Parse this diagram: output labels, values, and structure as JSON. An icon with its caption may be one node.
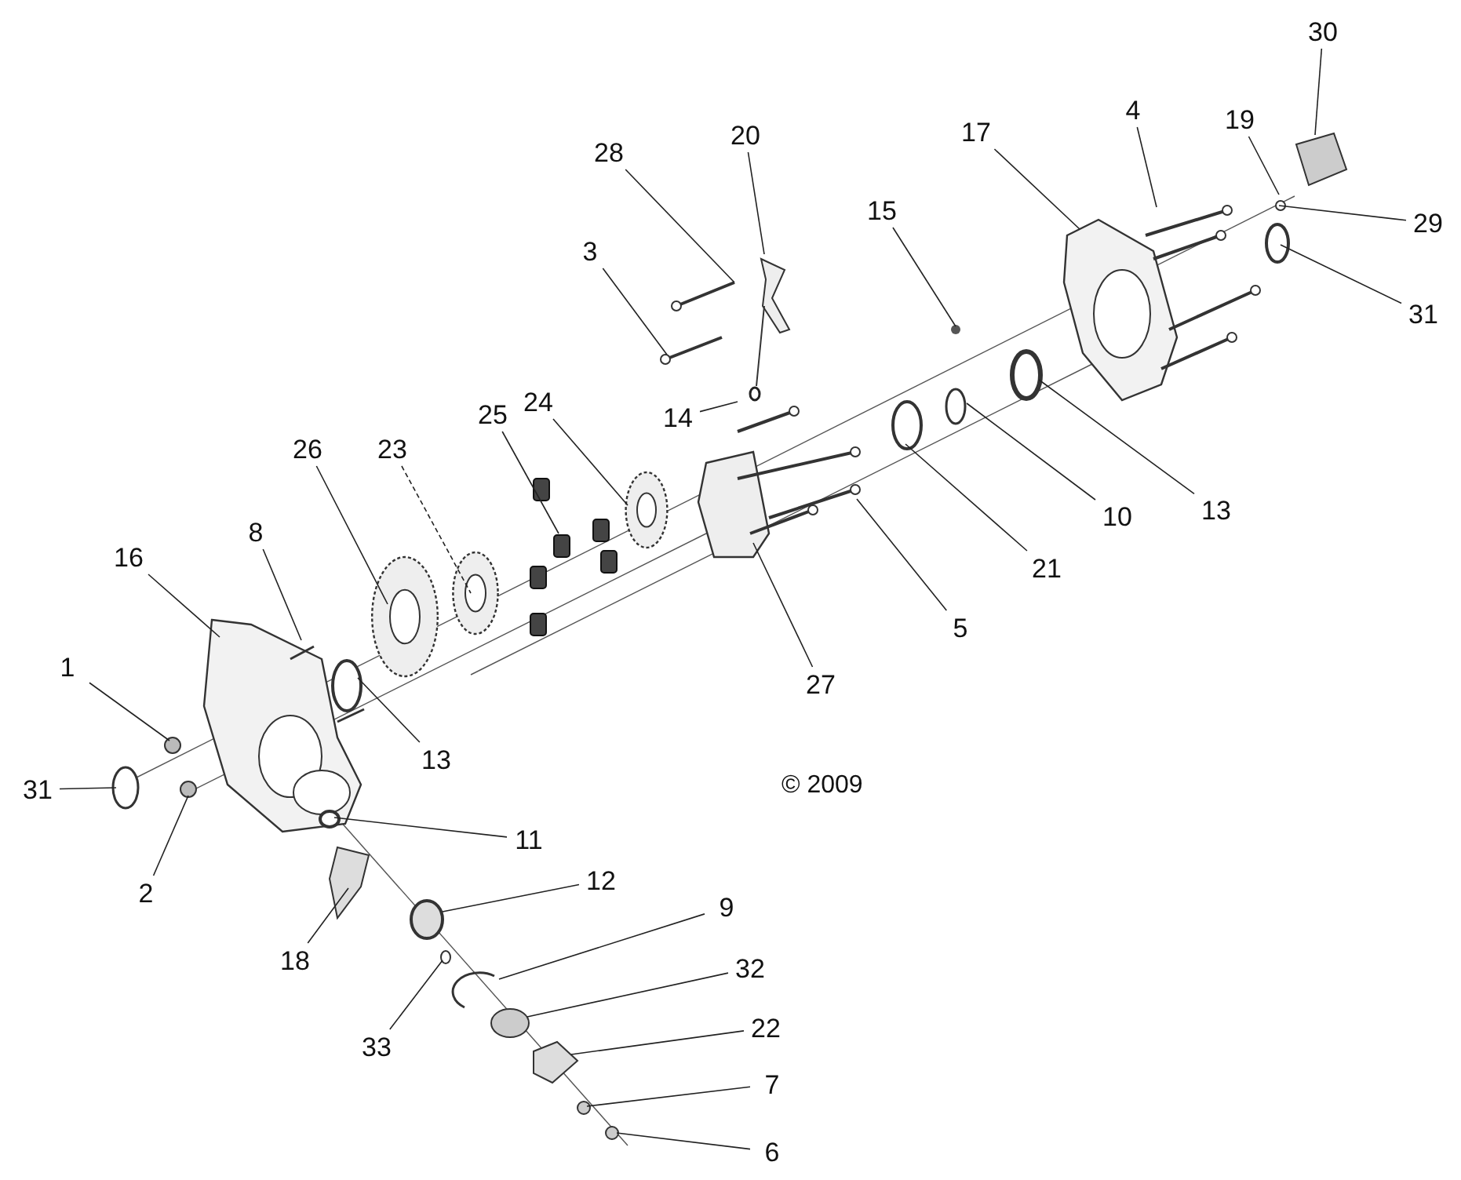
{
  "diagram": {
    "nodes": [
      {
        "text": [
          "30"
        ]
      },
      {
        "text": [
          "19"
        ]
      },
      {
        "text": [
          "4"
        ]
      },
      {
        "text": [
          "17"
        ]
      },
      {
        "text": [
          "29"
        ]
      },
      {
        "text": [
          "31"
        ]
      },
      {
        "text": [
          "28"
        ]
      },
      {
        "text": [
          "20"
        ]
      },
      {
        "text": [
          "15"
        ]
      },
      {
        "text": [
          "3"
        ]
      },
      {
        "text": [
          "14"
        ]
      },
      {
        "text": [
          "25"
        ]
      },
      {
        "text": [
          "24"
        ]
      },
      {
        "text": [
          "26"
        ]
      },
      {
        "text": [
          "23"
        ]
      },
      {
        "text": [
          "8"
        ]
      },
      {
        "text": [
          "16"
        ]
      },
      {
        "text": [
          "1"
        ]
      },
      {
        "text": [
          "31"
        ]
      },
      {
        "text": [
          "2"
        ]
      },
      {
        "text": [
          "13"
        ]
      },
      {
        "text": [
          "11"
        ]
      },
      {
        "text": [
          "12"
        ]
      },
      {
        "text": [
          "18"
        ]
      },
      {
        "text": [
          "9"
        ]
      },
      {
        "text": [
          "33"
        ]
      },
      {
        "text": [
          "32"
        ]
      },
      {
        "text": [
          "22"
        ]
      },
      {
        "text": [
          "7"
        ]
      },
      {
        "text": [
          "6"
        ]
      },
      {
        "text": [
          "10"
        ]
      },
      {
        "text": [
          "13"
        ]
      },
      {
        "text": [
          "21"
        ]
      },
      {
        "text": [
          "5"
        ]
      },
      {
        "text": [
          "27"
        ]
      }
    ],
    "edges": [
      {
        "from": 0,
        "to": null,
        "arrow": "none"
      },
      {
        "from": 1,
        "to": null,
        "arrow": "none"
      },
      {
        "from": 2,
        "to": null,
        "arrow": "none"
      },
      {
        "from": 3,
        "to": null,
        "arrow": "none"
      },
      {
        "from": 4,
        "to": null,
        "arrow": "none"
      },
      {
        "from": 5,
        "to": null,
        "arrow": "none"
      },
      {
        "from": 6,
        "to": null,
        "arrow": "none"
      },
      {
        "from": 7,
        "to": null,
        "arrow": "none"
      },
      {
        "from": 8,
        "to": null,
        "arrow": "none"
      },
      {
        "from": 9,
        "to": null,
        "arrow": "none"
      },
      {
        "from": 10,
        "to": null,
        "arrow": "none"
      },
      {
        "from": 11,
        "to": null,
        "arrow": "none"
      },
      {
        "from": 12,
        "to": null,
        "arrow": "none"
      },
      {
        "from": 13,
        "to": null,
        "arrow": "none"
      },
      {
        "from": 14,
        "to": null,
        "arrow": "none",
        "style": "dashed"
      },
      {
        "from": 15,
        "to": null,
        "arrow": "none"
      },
      {
        "from": 16,
        "to": null,
        "arrow": "none"
      },
      {
        "from": 17,
        "to": null,
        "arrow": "none"
      },
      {
        "from": 18,
        "to": null,
        "arrow": "none"
      },
      {
        "from": 19,
        "to": null,
        "arrow": "none"
      },
      {
        "from": 20,
        "to": null,
        "arrow": "none"
      },
      {
        "from": 21,
        "to": null,
        "arrow": "none"
      },
      {
        "from": 22,
        "to": null,
        "arrow": "none"
      },
      {
        "from": 23,
        "to": null,
        "arrow": "none"
      },
      {
        "from": 24,
        "to": null,
        "arrow": "none"
      },
      {
        "from": 25,
        "to": null,
        "arrow": "none"
      },
      {
        "from": 26,
        "to": null,
        "arrow": "none"
      },
      {
        "from": 27,
        "to": null,
        "arrow": "none"
      },
      {
        "from": 28,
        "to": null,
        "arrow": "none"
      },
      {
        "from": 29,
        "to": null,
        "arrow": "none"
      },
      {
        "from": 30,
        "to": null,
        "arrow": "none"
      },
      {
        "from": 31,
        "to": null,
        "arrow": "none"
      },
      {
        "from": 32,
        "to": null,
        "arrow": "none"
      },
      {
        "from": 33,
        "to": null,
        "arrow": "none"
      },
      {
        "from": 34,
        "to": null,
        "arrow": "none"
      }
    ],
    "labels": [
      "© 2009"
    ]
  }
}
